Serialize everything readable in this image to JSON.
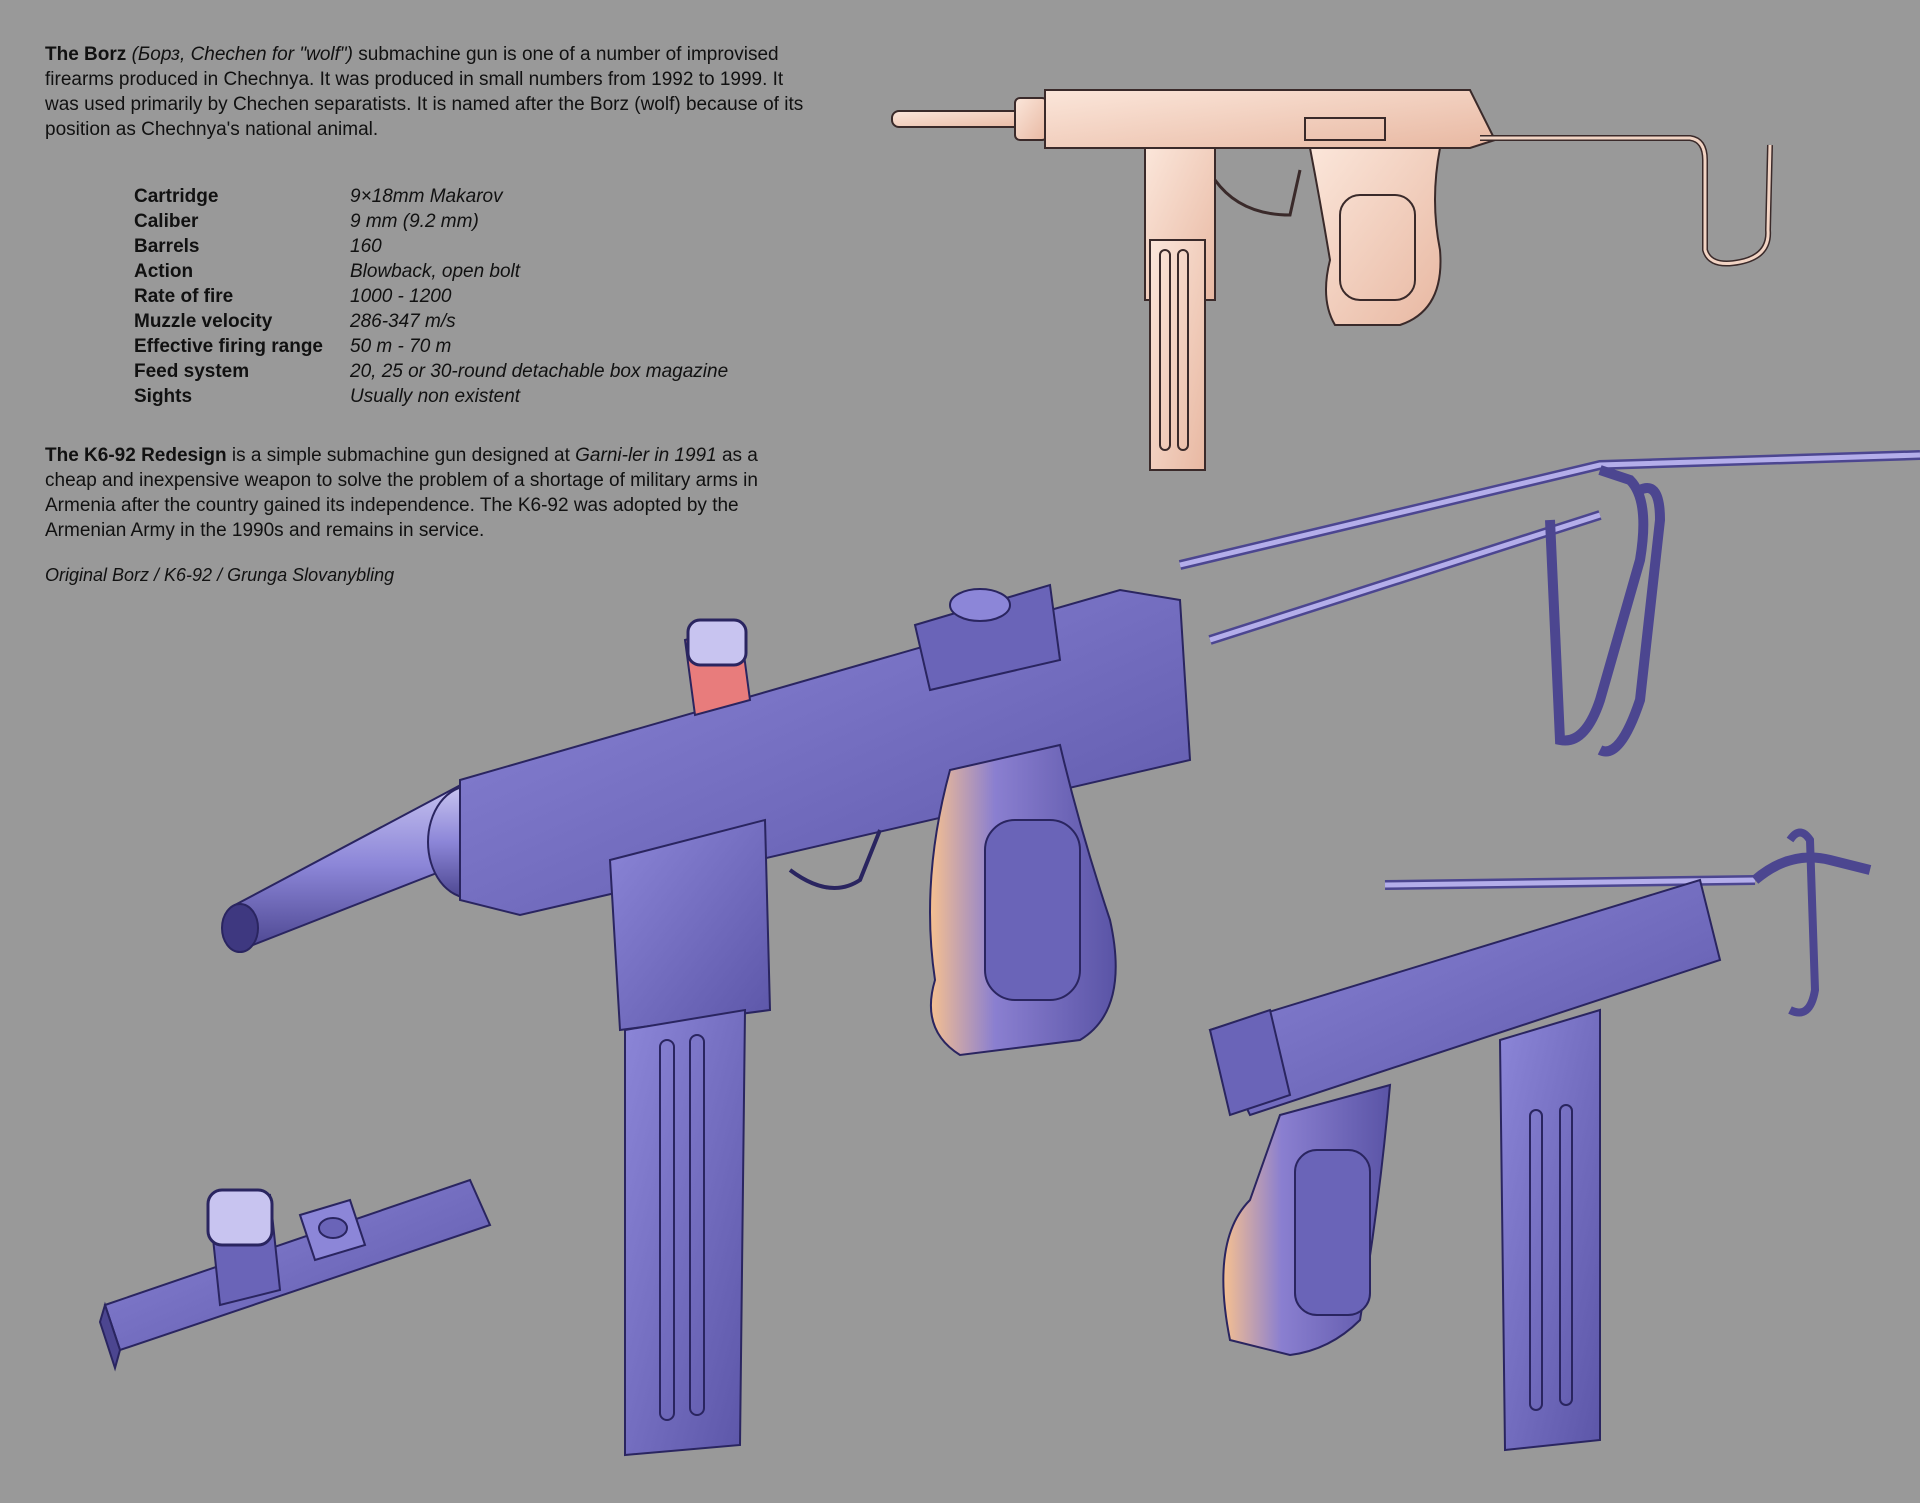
{
  "intro": {
    "title": "The Borz",
    "aside": "(Борз, Chechen for \"wolf\")",
    "text": " submachine gun is one of a number of improvised firearms produced in Chechnya. It was produced in small numbers from 1992 to 1999. It was used primarily by Chechen separatists. It is named after the Borz (wolf) because of its position as Chechnya's national animal."
  },
  "specs": [
    {
      "label": "Cartridge",
      "value": "9×18mm Makarov"
    },
    {
      "label": "Caliber",
      "value": "9 mm (9.2 mm)"
    },
    {
      "label": "Barrels",
      "value": "160"
    },
    {
      "label": "Action",
      "value": "Blowback, open bolt"
    },
    {
      "label": "Rate of fire",
      "value": "1000 - 1200"
    },
    {
      "label": "Muzzle velocity",
      "value": "286-347 m/s"
    },
    {
      "label": "Effective firing range",
      "value": "50 m - 70 m"
    },
    {
      "label": "Feed system",
      "value": "20, 25 or 30-round detachable box magazine"
    },
    {
      "label": "Sights",
      "value": "Usually non existent"
    }
  ],
  "k6": {
    "title": "The K6-92 Redesign",
    "text1": " is a simple submachine gun designed at ",
    "place": "Garni-ler",
    "year": " in 1991",
    "text2": " as a cheap and inexpensive weapon to solve the problem of a shortage of military arms in  Armenia after the country gained its independence. The K6-92 was adopted by the Armenian Army in the 1990s and remains in service."
  },
  "credit": "Original Borz / K6-92 / Grunga Slovanybling",
  "colors": {
    "background": "#999999",
    "render_top": "#f2d4c4",
    "render_main": "#7a72c8",
    "render_dark": "#4c4690",
    "render_highlight": "#f0a878",
    "sight_lens": "#e87c7c"
  }
}
